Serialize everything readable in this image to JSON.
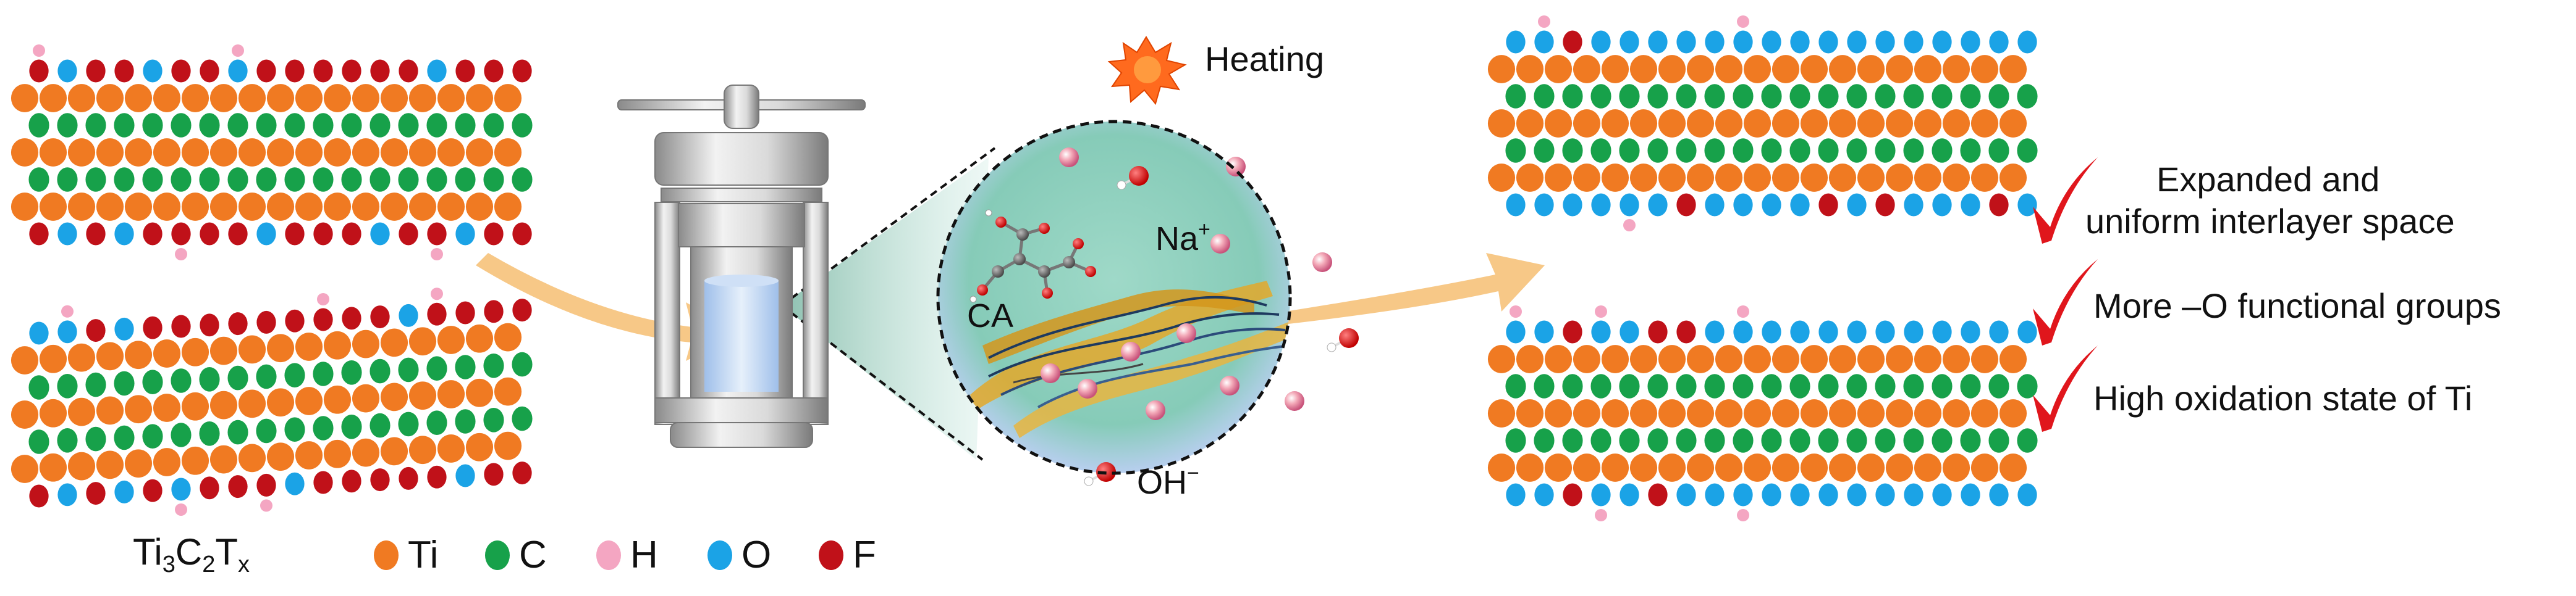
{
  "colors": {
    "ti": "#F07A22",
    "c": "#17A14A",
    "h": "#F4A6C2",
    "o": "#1BA3E6",
    "f": "#C01119",
    "check": "#E0161C",
    "arrow": "#F6C27A",
    "sphere": "#8ED1BE",
    "flake": "#E3A82A"
  },
  "title_mxene": {
    "main": "Ti",
    "s1": "3",
    "c": "C",
    "s2": "2",
    "t": "T",
    "s3": "x"
  },
  "legend": [
    {
      "key": "ti",
      "label": "Ti",
      "icon": "ti-atom-icon"
    },
    {
      "key": "c",
      "label": "C",
      "icon": "c-atom-icon"
    },
    {
      "key": "h",
      "label": "H",
      "icon": "h-atom-icon"
    },
    {
      "key": "o",
      "label": "O",
      "icon": "o-atom-icon"
    },
    {
      "key": "f",
      "label": "F",
      "icon": "f-atom-icon"
    }
  ],
  "reactor": {
    "heating_label": "Heating",
    "na_label": "Na",
    "na_sup": "+",
    "ca_label": "CA",
    "oh_label": "OH",
    "oh_sup": "−"
  },
  "results": [
    {
      "line1": "Expanded and",
      "line2": "uniform interlayer space"
    },
    {
      "line1": "More –O functional groups"
    },
    {
      "line1": "High  oxidation state of Ti"
    }
  ]
}
